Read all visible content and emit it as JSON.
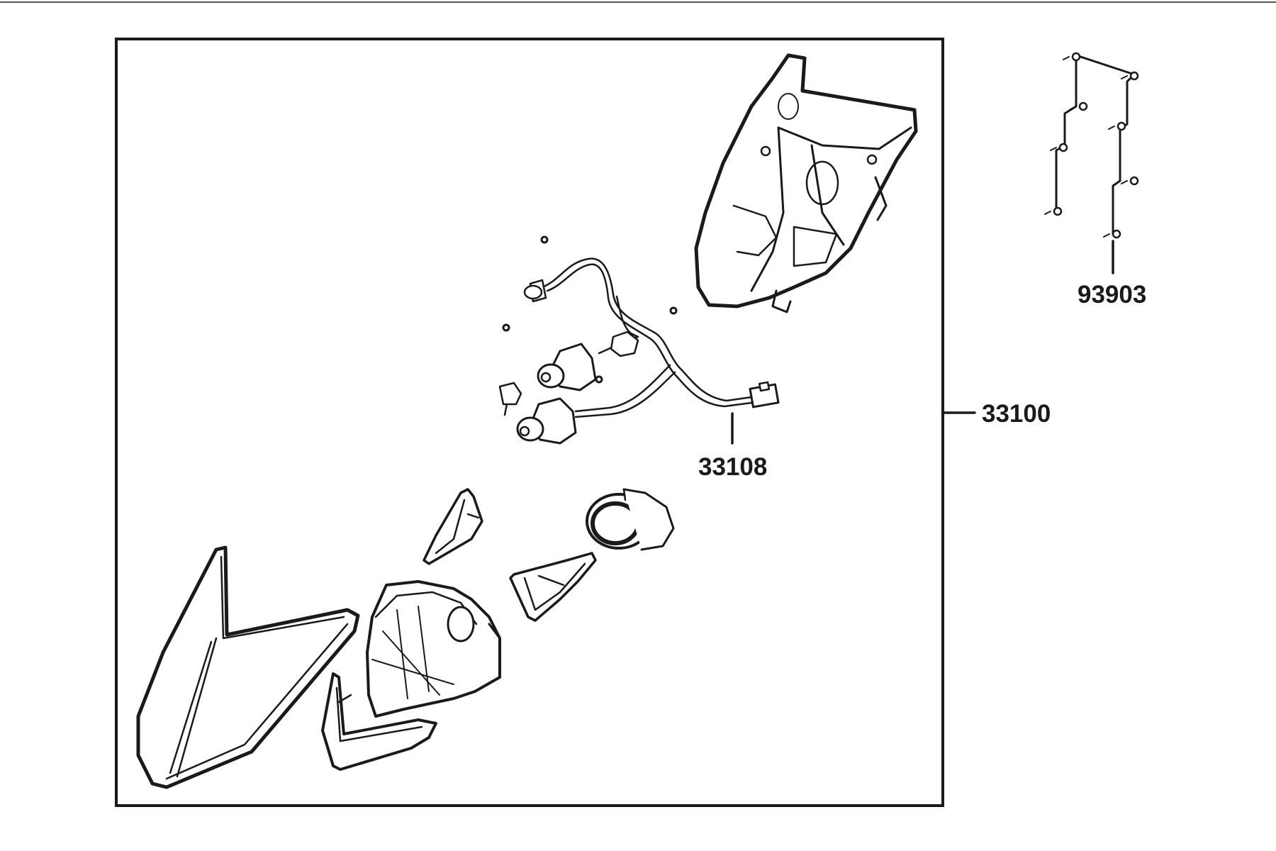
{
  "callouts": {
    "assembly": "33100",
    "harness": "33108",
    "screws": "93903"
  },
  "colors": {
    "ink": "#1a1a1a",
    "background": "#ffffff"
  }
}
